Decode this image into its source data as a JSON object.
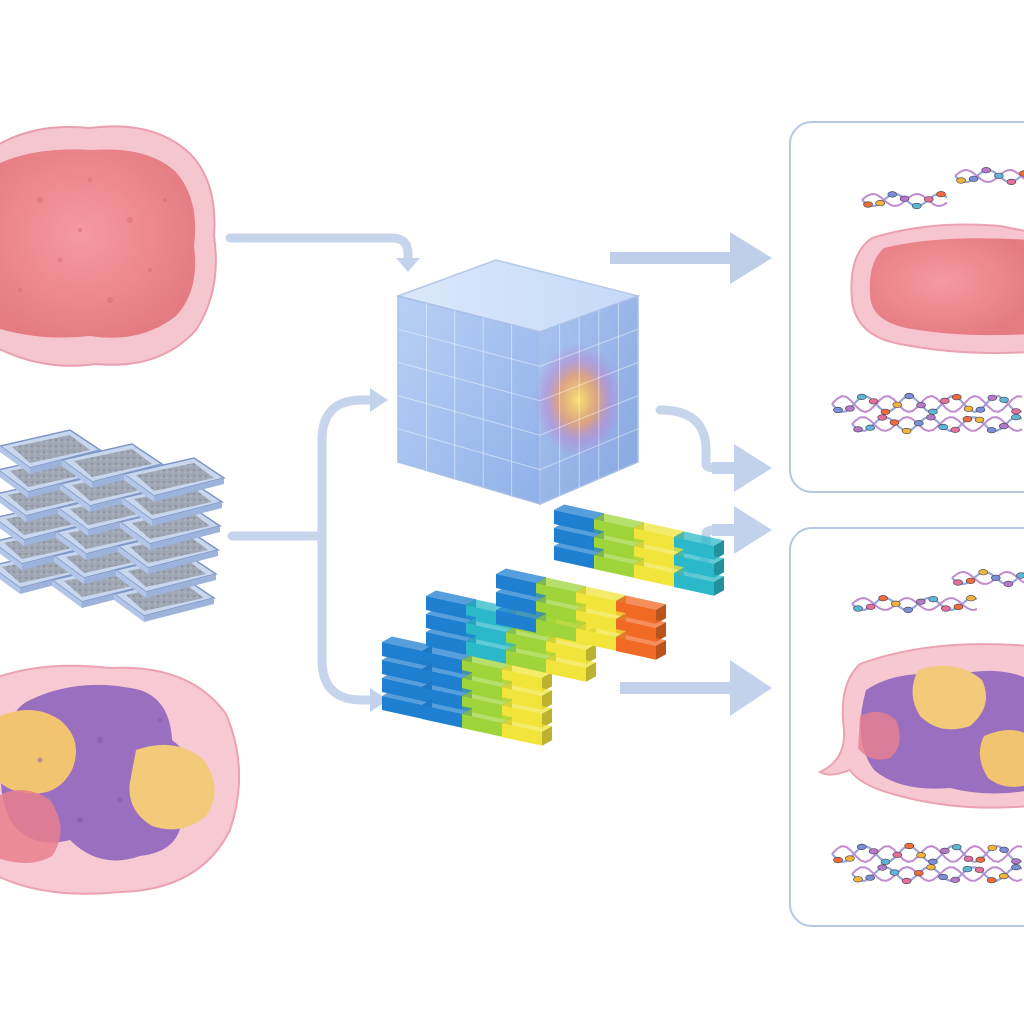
{
  "diagram": {
    "title": "",
    "labels": [],
    "inputs": [
      {
        "id": "he-tissue",
        "icon": "tissue-section-pink-icon"
      },
      {
        "id": "slide-stack",
        "icon": "slide-stack-icon"
      },
      {
        "id": "stained-tissue",
        "icon": "tissue-section-purple-icon"
      }
    ],
    "model": {
      "icon": "feature-cube-icon"
    },
    "features": {
      "icon": "feature-bars-icon"
    },
    "outputs": [
      {
        "id": "output-panel-top",
        "icon": "tissue-with-sequences-icon"
      },
      {
        "id": "output-panel-bottom",
        "icon": "stained-tissue-with-sequences-icon"
      }
    ]
  },
  "colors": {
    "arrow": "#b9c9e6",
    "panel_border": "#b8c8e2",
    "tissue_pink": "#f08a8f",
    "tissue_rim": "#f6c3cd",
    "purple": "#9c6fc0",
    "yellow": "#f2c66e",
    "cube": "#9fbff0",
    "bar_blue": "#1f7fd0",
    "bar_cyan": "#2bb9c9",
    "bar_green": "#9fd43a",
    "bar_yellow": "#f1e43a",
    "bar_orange": "#f06a25"
  }
}
